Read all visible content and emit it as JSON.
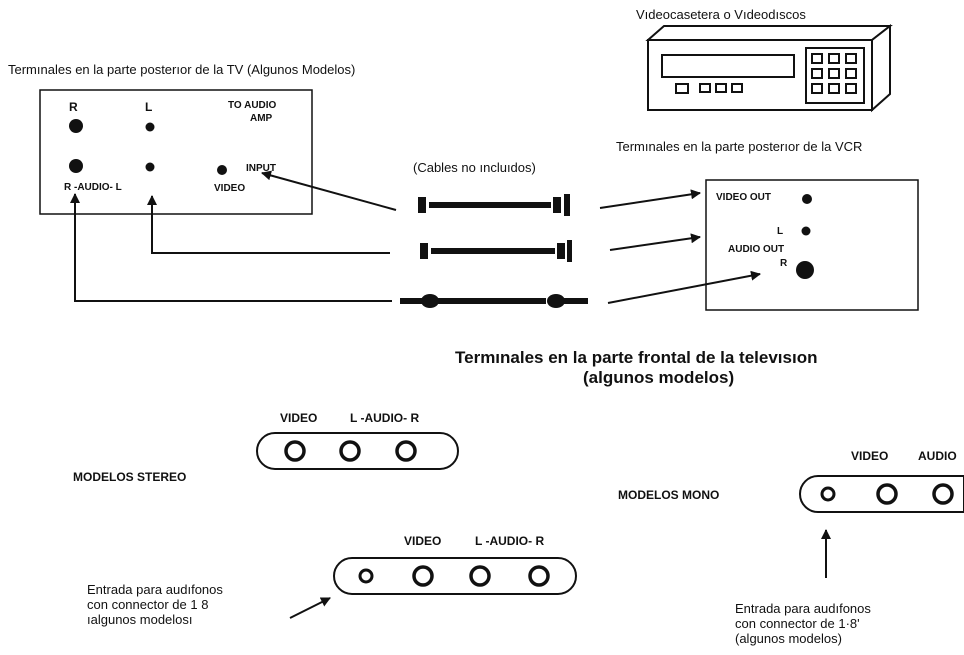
{
  "vcr_caption": "Vıdeocasetera o Vıdeodıscos",
  "tv_rear_caption": "Termınales en la parte posterıor de la TV (Algunos Modelos)",
  "vcr_rear_caption": "Termınales en la parte posterıor de la VCR",
  "cables_caption": "(Cables no ıncluıdos)",
  "tv_panel": {
    "r_label": "R",
    "l_label": "L",
    "to_audio": "TO AUDIO",
    "amp": "AMP",
    "input": "INPUT",
    "audio_row": "R -AUDIO- L",
    "video": "VIDEO"
  },
  "vcr_panel": {
    "video_out": "VIDEO OUT",
    "l_label": "L",
    "audio_out": "AUDIO OUT",
    "r_label": "R"
  },
  "front_title_line1": "Termınales en la parte frontal de la televısıon",
  "front_title_line2": "(algunos modelos)",
  "stereo": {
    "model_label": "MODELOS STEREO",
    "top_video": "VIDEO",
    "top_audio": "L -AUDIO- R",
    "bottom_video": "VIDEO",
    "bottom_audio": "L -AUDIO- R",
    "headphone_line1": "Entrada para audıfonos",
    "headphone_line2": "con connector de 1 8",
    "headphone_line3": "ıalgunos modelosı"
  },
  "mono": {
    "model_label": "MODELOS MONO",
    "video": "VIDEO",
    "audio": "AUDIO",
    "headphone_line1": "Entrada para audıfonos",
    "headphone_line2": "con connector de 1·8'",
    "headphone_line3": "(algunos modelos)"
  }
}
